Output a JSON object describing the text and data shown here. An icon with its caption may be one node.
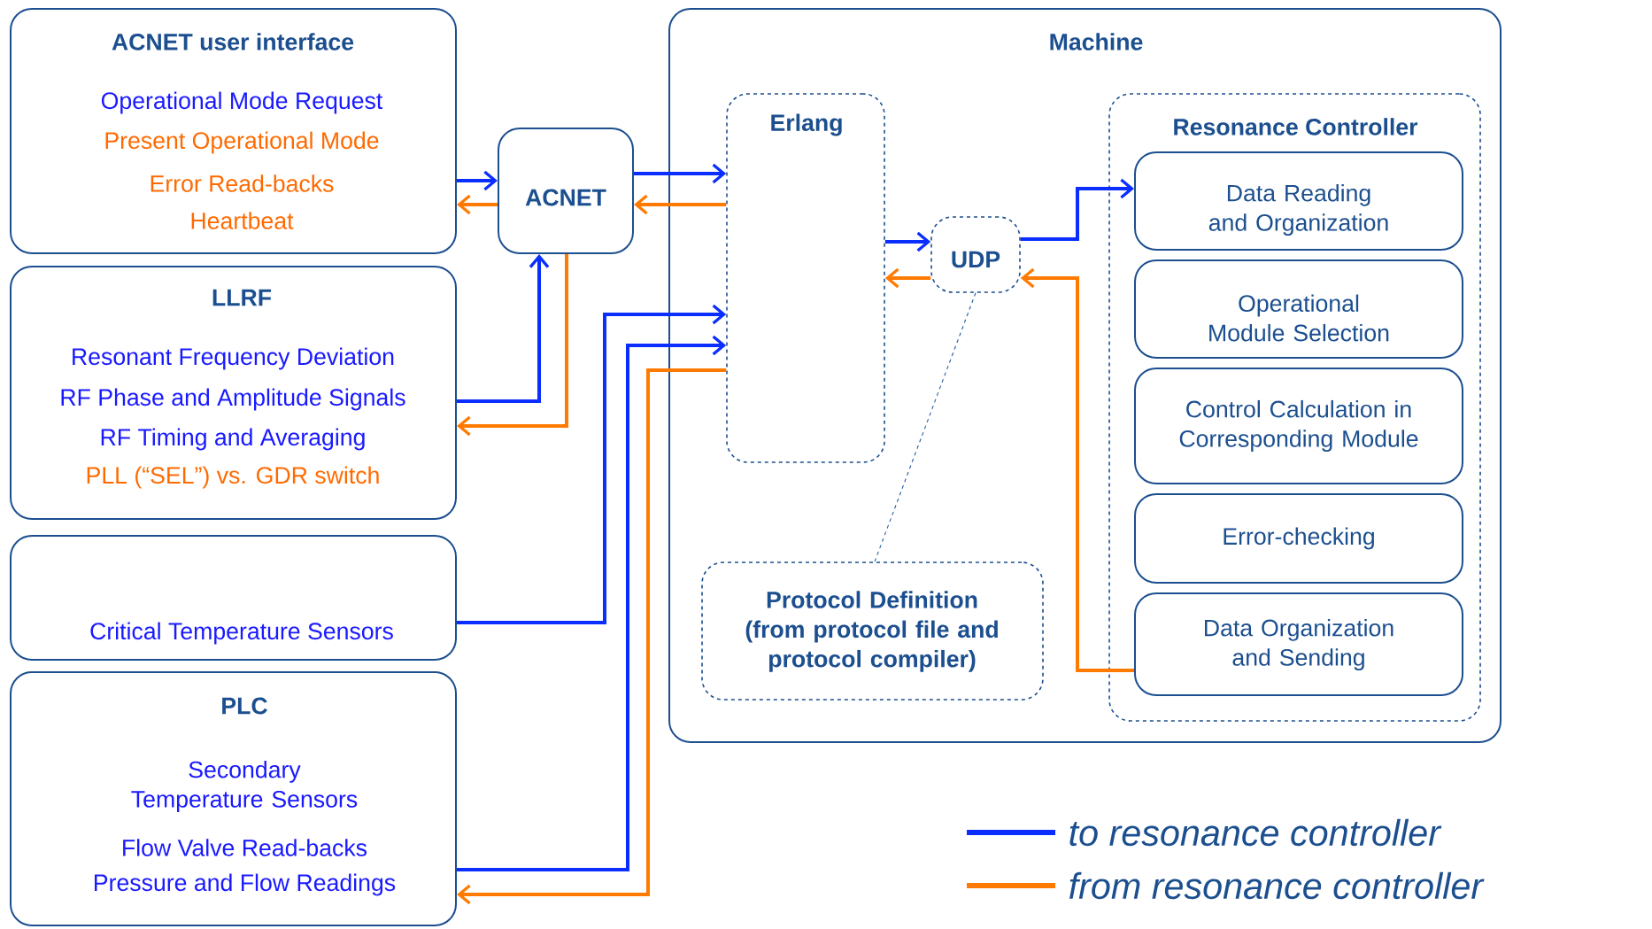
{
  "diagram": {
    "nodes": [
      {
        "text": [
          "ACNET user interface",
          "Operational Mode Request",
          "Present Operational Mode",
          "Error Read-backs",
          "Heartbeat"
        ]
      },
      {
        "text": [
          "LLRF",
          "Resonant Frequency Deviation",
          "RF Phase and Amplitude Signals",
          "RF Timing and Averaging",
          "PLL (“SEL”) vs. GDR switch"
        ]
      },
      {
        "text": [
          "Critical Temperature Sensors"
        ]
      },
      {
        "text": [
          "PLC",
          "Secondary Temperature Sensors",
          "Flow Valve Read-backs",
          "Pressure and Flow Readings"
        ]
      },
      {
        "text": [
          "ACNET"
        ]
      },
      {
        "text": [
          "Machine"
        ]
      },
      {
        "text": [
          "Erlang"
        ],
        "in": 5
      },
      {
        "text": [
          "UDP"
        ],
        "in": 5
      },
      {
        "text": [
          "Resonance Controller"
        ],
        "in": 5
      },
      {
        "text": [
          "Data Reading and Organization"
        ],
        "in": 8
      },
      {
        "text": [
          "Operational Module Selection"
        ],
        "in": 8
      },
      {
        "text": [
          "Control Calculation in Corresponding Module"
        ],
        "in": 8
      },
      {
        "text": [
          "Error-checking"
        ],
        "in": 8
      },
      {
        "text": [
          "Data Organization and Sending"
        ],
        "in": 8
      },
      {
        "text": [
          "Protocol Definition (from protocol file and protocol compiler)"
        ],
        "in": 5
      }
    ],
    "edges": [
      {
        "from": 0,
        "to": 4,
        "arrow": "to"
      },
      {
        "from": 4,
        "to": 0,
        "arrow": "to",
        "color": "#ff7a00"
      },
      {
        "from": 4,
        "to": 6,
        "arrow": "to"
      },
      {
        "from": 6,
        "to": 4,
        "arrow": "to",
        "color": "#ff7a00"
      },
      {
        "from": 1,
        "to": 4,
        "arrow": "to"
      },
      {
        "from": 4,
        "to": 1,
        "arrow": "to",
        "color": "#ff7a00"
      },
      {
        "from": 2,
        "to": 6,
        "arrow": "to"
      },
      {
        "from": 3,
        "to": 6,
        "arrow": "to"
      },
      {
        "from": 6,
        "to": 3,
        "arrow": "to",
        "color": "#ff7a00"
      },
      {
        "from": 6,
        "to": 7,
        "arrow": "to"
      },
      {
        "from": 7,
        "to": 6,
        "arrow": "to",
        "color": "#ff7a00"
      },
      {
        "from": 7,
        "to": 9,
        "arrow": "to"
      },
      {
        "from": 13,
        "to": 7,
        "arrow": "to",
        "color": "#ff7a00"
      },
      {
        "from": 7,
        "to": 14,
        "arrow": "none",
        "style": "dashed",
        "color": "#1f5aa0"
      }
    ],
    "legend": [
      {
        "text": "to resonance controller",
        "color": "#0a2eff"
      },
      {
        "text": "from resonance controller",
        "color": "#ff7a00"
      }
    ]
  }
}
